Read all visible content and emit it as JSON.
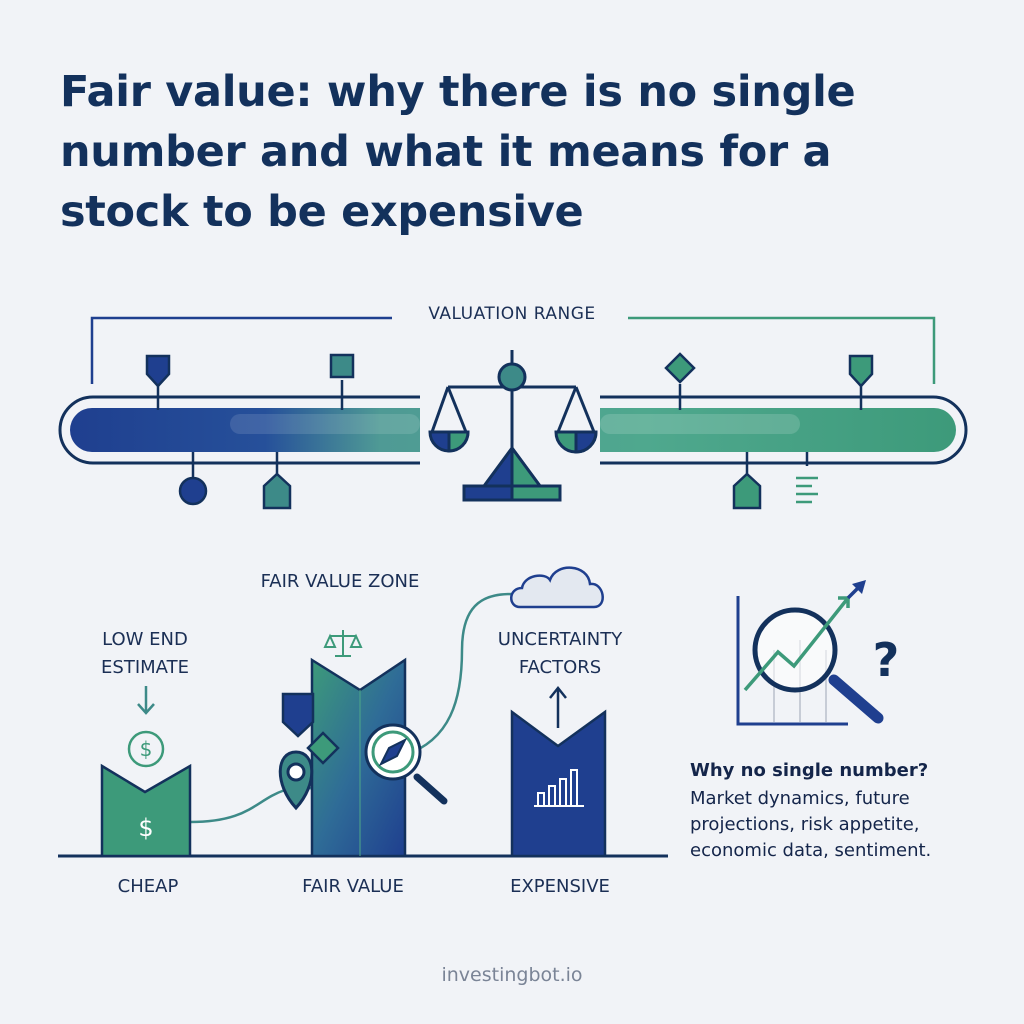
{
  "title": "Fair value: why there is no single number and what it means for a stock to be expensive",
  "range": {
    "label": "VALUATION RANGE"
  },
  "annotations": {
    "fair_value_zone": "FAIR VALUE ZONE",
    "low_end_estimate": "LOW END ESTIMATE",
    "uncertainty_factors": "UNCERTAINTY FACTORS"
  },
  "columns": [
    {
      "label": "CHEAP",
      "symbol": "$"
    },
    {
      "label": "FAIR VALUE"
    },
    {
      "label": "EXPENSIVE"
    }
  ],
  "coin_symbol": "$",
  "question_mark": "?",
  "why": {
    "title": "Why no single number?",
    "body": "Market dynamics, future projections, risk appetite, economic data, sentiment."
  },
  "footer": "investingbot.io",
  "colors": {
    "navy": "#1f3f8f",
    "dark_navy": "#13315c",
    "teal": "#3d9a7a",
    "light_teal": "#6fc3a0",
    "background": "#f1f3f7"
  },
  "icons": [
    "balance-scale-icon",
    "dollar-coin-icon",
    "compass-magnifier-icon",
    "location-pin-icon",
    "cloud-icon",
    "bar-chart-icon",
    "magnifier-chart-icon",
    "question-mark-icon"
  ]
}
